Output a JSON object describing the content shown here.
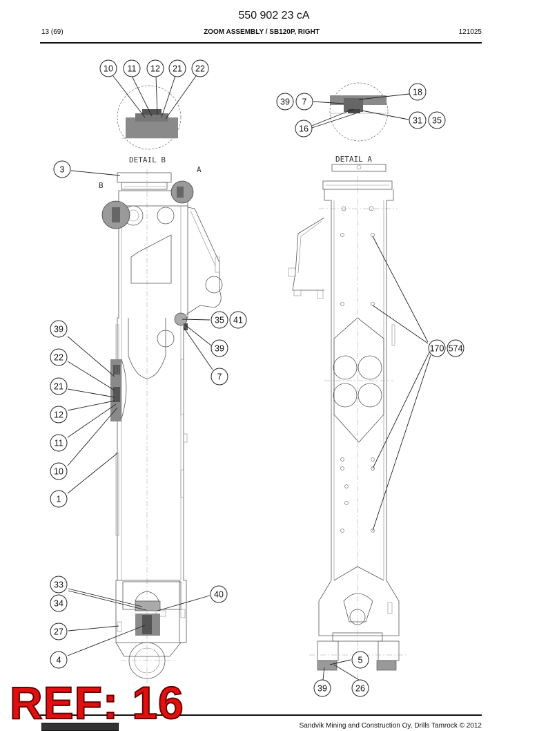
{
  "header": {
    "doc_number": "550 902 23 cA",
    "page": "13 (69)",
    "title": "ZOOM ASSEMBLY / SB120P, RIGHT",
    "code": "121025"
  },
  "details": {
    "detail_b": "DETAIL B",
    "detail_a": "DETAIL A",
    "marker_a": "A",
    "marker_b": "B"
  },
  "callouts": {
    "c10": "10",
    "c11": "11",
    "c12": "12",
    "c21": "21",
    "c22": "22",
    "c39a": "39",
    "c7a": "7",
    "c18": "18",
    "c31": "31",
    "c35a": "35",
    "c16": "16",
    "c3": "3",
    "c35b": "35",
    "c41": "41",
    "c39b": "39",
    "c7b": "7",
    "c39c": "39",
    "c22b": "22",
    "c21b": "21",
    "c12b": "12",
    "c11b": "11",
    "c10b": "10",
    "c1": "1",
    "c170": "170",
    "c574": "574",
    "c33": "33",
    "c34": "34",
    "c40": "40",
    "c27": "27",
    "c4": "4",
    "c5": "5",
    "c39d": "39",
    "c26": "26"
  },
  "stamp": {
    "text": "REF: 16"
  },
  "footer": {
    "text": "Sandvik Mining and Construction Oy, Drills Tamrock © 2012"
  },
  "colors": {
    "stamp_red": "#e01010",
    "line_gray": "#555555"
  }
}
